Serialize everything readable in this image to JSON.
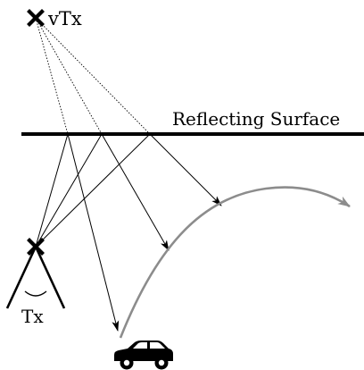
{
  "labels": {
    "virtual_tx": "vTx",
    "surface": "Reflecting Surface",
    "tx": "Tx"
  },
  "colors": {
    "ink": "#000000",
    "path": "#8c8c8c"
  },
  "icons": {
    "tx_marker": "cross-icon",
    "vtx_marker": "cross-icon",
    "receiver": "car-icon"
  }
}
